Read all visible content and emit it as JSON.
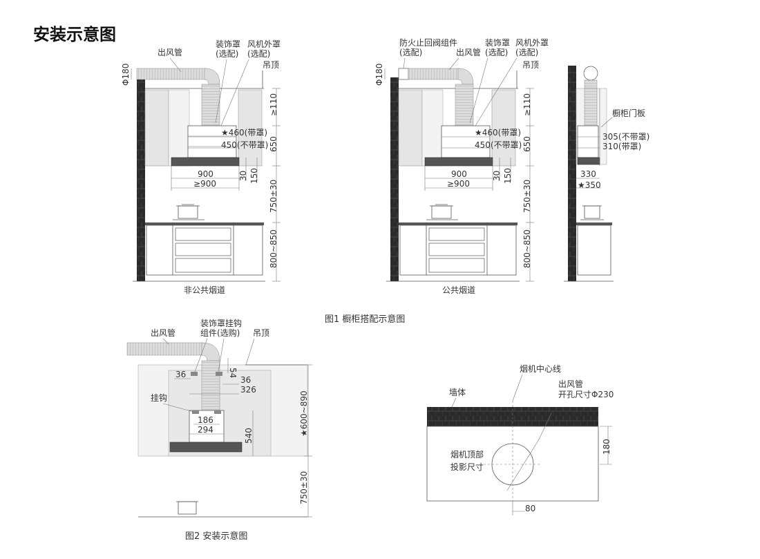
{
  "title": "安装示意图",
  "fig1": {
    "caption": "图1 橱柜搭配示意图",
    "left": {
      "caption": "非公共烟道",
      "labels": {
        "outlet": "出风管",
        "cover": "装饰罩",
        "cover_opt": "(选配)",
        "outer": "风机外罩",
        "outer_opt": "(选配)",
        "ceiling": "吊顶"
      },
      "dims": {
        "phi": "Φ180",
        "h110": "≥110",
        "d460": "★460(带罩)",
        "d450": "450(不带罩)",
        "h650": "650",
        "w900": "900",
        "w900b": "≥900",
        "h30": "30",
        "h150": "150",
        "h750": "750±30",
        "h800": "800~850"
      }
    },
    "right": {
      "caption": "公共烟道",
      "labels": {
        "firevalve": "防火止回阀组件",
        "firevalve_opt": "(选配)",
        "outlet": "出风管",
        "cover": "装饰罩",
        "cover_opt": "(选配)",
        "outer": "风机外罩",
        "outer_opt": "(选配)",
        "ceiling": "吊顶"
      },
      "dims": {
        "phi": "Φ180",
        "h110": "≥110",
        "d460": "★460(带罩)",
        "d450": "450(不带罩)",
        "h650": "650",
        "w900": "900",
        "w900b": "≥900",
        "h30": "30",
        "h150": "150",
        "h750": "750±30",
        "h800": "800~850"
      }
    },
    "side": {
      "labels": {
        "door": "橱柜门板"
      },
      "dims": {
        "d305": "305(不带罩)",
        "d310": "310(带罩)",
        "d330": "330",
        "d350": "★350"
      }
    }
  },
  "fig2": {
    "caption": "图2 安装示意图",
    "labels": {
      "outlet": "出风管",
      "hook_assy": "装饰罩挂钩",
      "hook_assy2": "组件(选购)",
      "ceiling": "吊顶",
      "hook": "挂钩"
    },
    "dims": {
      "d36a": "36",
      "d54": "54",
      "d36b": "36",
      "d326": "326",
      "d186": "186",
      "d294": "294",
      "d540": "540",
      "d600": "★600~890",
      "d750": "750±30"
    }
  },
  "fig3": {
    "labels": {
      "centerline": "烟机中心线",
      "wall": "墙体",
      "outlet": "出风管",
      "hole": "开孔尺寸Φ230",
      "proj1": "烟机顶部",
      "proj2": "投影尺寸"
    },
    "dims": {
      "d180": "180",
      "d80": "80"
    }
  }
}
